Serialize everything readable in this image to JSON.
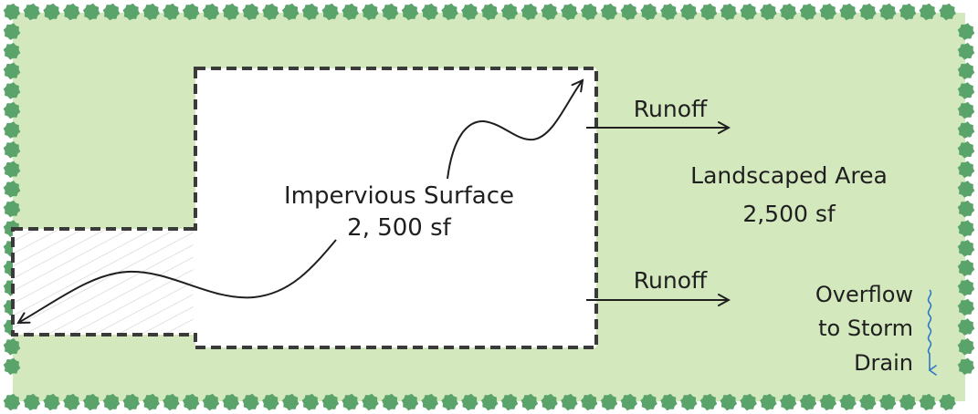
{
  "labels": {
    "impervious_line1": "Impervious Surface",
    "impervious_line2": "2, 500 sf",
    "runoff_top": "Runoff",
    "runoff_bottom": "Runoff",
    "landscaped_line1": "Landscaped Area",
    "landscaped_line2": "2,500 sf",
    "overflow_line1": "Overflow",
    "overflow_line2": "to Storm",
    "overflow_line3": "Drain"
  },
  "colors": {
    "landscape_fill": "#d3e8bd",
    "shrub": "#5aa36a",
    "outline": "#3a3a3a",
    "impervious_fill": "#ffffff",
    "hatch": "#cfcfcf",
    "text": "#1f1f1f",
    "overflow_arrow": "#2f78c4"
  },
  "icons": {
    "border": "shrub-icon",
    "overflow": "squiggle-down-arrow-icon"
  }
}
